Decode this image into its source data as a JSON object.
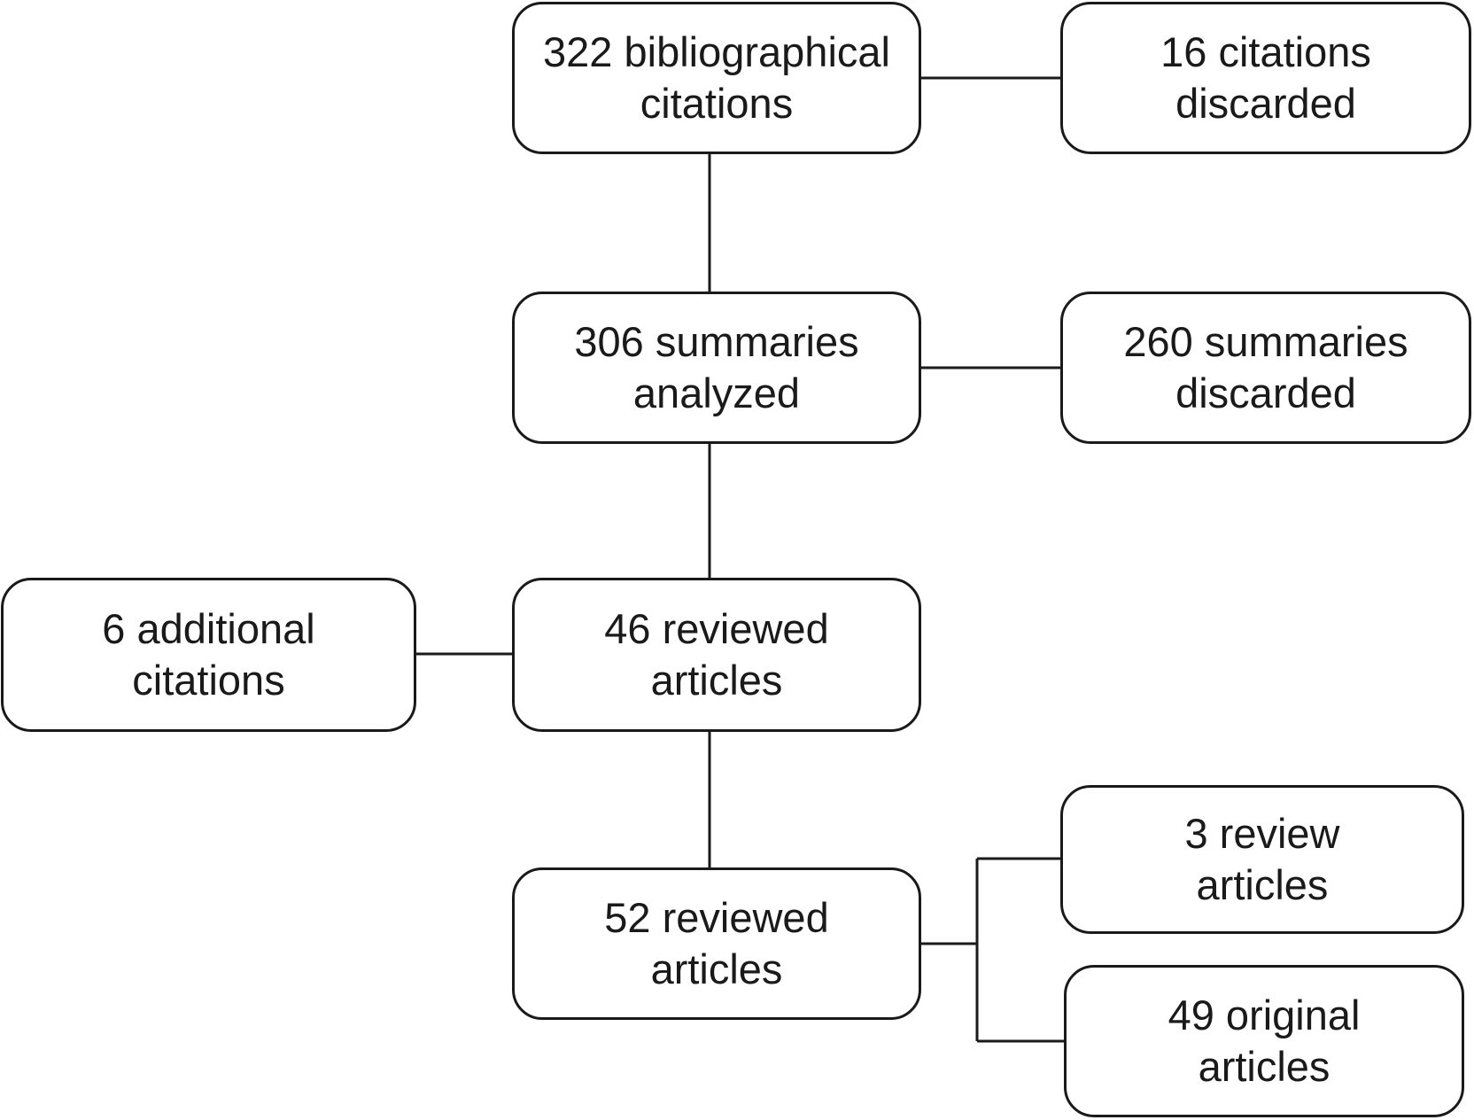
{
  "flowchart": {
    "bibliographical_citations": {
      "line1": "322 bibliographical",
      "line2": "citations"
    },
    "citations_discarded": {
      "line1": "16 citations",
      "line2": "discarded"
    },
    "summaries_analyzed": {
      "line1": "306 summaries",
      "line2": "analyzed"
    },
    "summaries_discarded": {
      "line1": "260 summaries",
      "line2": "discarded"
    },
    "additional_citations": {
      "line1": "6 additional",
      "line2": "citations"
    },
    "reviewed_articles_46": {
      "line1": "46 reviewed",
      "line2": "articles"
    },
    "reviewed_articles_52": {
      "line1": "52 reviewed",
      "line2": "articles"
    },
    "review_articles": {
      "line1": "3 review",
      "line2": "articles"
    },
    "original_articles": {
      "line1": "49 original",
      "line2": "articles"
    }
  }
}
